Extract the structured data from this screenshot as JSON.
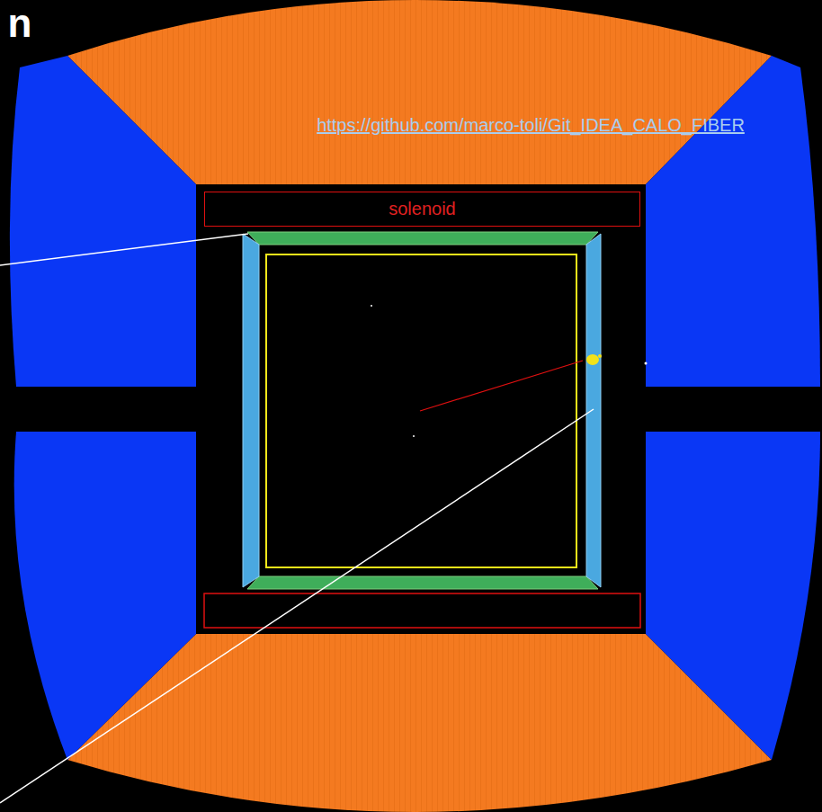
{
  "diagram": {
    "nodes": [
      {
        "text": [
          "solenoid"
        ]
      }
    ],
    "labels": [
      "n",
      "https://github.com/marco-toli/Git_IDEA_CALO_FIBER"
    ]
  }
}
